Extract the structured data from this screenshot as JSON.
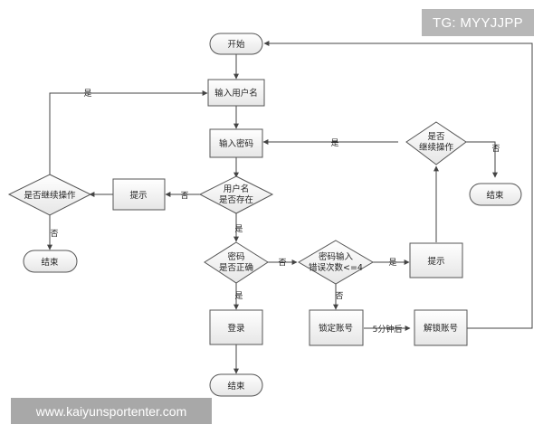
{
  "watermarks": {
    "top_right": "TG: MYYJJPP",
    "bottom_left": "www.kaiyunsportenter.com"
  },
  "nodes": {
    "start": "开始",
    "input_username": "输入用户名",
    "input_password": "输入密码",
    "check_user_1": "用户名",
    "check_user_2": "是否存在",
    "prompt_left": "提示",
    "continue_left": "是否继续操作",
    "end_left": "结束",
    "check_pwd_1": "密码",
    "check_pwd_2": "是否正确",
    "check_err_1": "密码输入",
    "check_err_2": "错误次数<=4",
    "prompt_right": "提示",
    "continue_right_1": "是否",
    "continue_right_2": "继续操作",
    "end_right": "结束",
    "login": "登录",
    "end_bottom": "结束",
    "lock": "锁定账号",
    "unlock": "解锁账号"
  },
  "edge_labels": {
    "yes_top_left": "是",
    "yes_right_top": "是",
    "no_user": "否",
    "no_continue_left": "否",
    "no_continue_right": "否",
    "yes_user": "是",
    "no_pwd": "否",
    "yes_err": "是",
    "yes_pwd": "是",
    "no_err": "否",
    "after_5min": "5分钟后"
  }
}
